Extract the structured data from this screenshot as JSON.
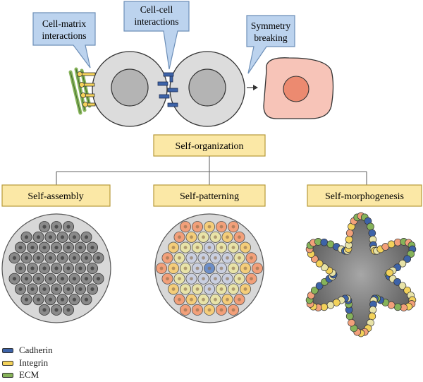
{
  "callouts": {
    "cell_matrix": [
      "Cell-matrix",
      "interactions"
    ],
    "cell_cell": [
      "Cell-cell",
      "interactions"
    ],
    "symmetry": [
      "Symmetry",
      "breaking"
    ]
  },
  "root": {
    "label": "Self-organization"
  },
  "branches": [
    {
      "label": "Self-assembly"
    },
    {
      "label": "Self-patterning"
    },
    {
      "label": "Self-morphogenesis"
    }
  ],
  "legend": [
    {
      "label": "Cadherin",
      "color": "#3d63a8"
    },
    {
      "label": "Integrin",
      "color": "#f3d25a"
    },
    {
      "label": "ECM",
      "color": "#86b35a"
    }
  ],
  "colors": {
    "box_fill": "#fbe8a6",
    "box_stroke": "#b89a3a",
    "callout_fill": "#bcd3ee",
    "callout_stroke": "#6d8fb8",
    "cell_fill": "#dcdcdc",
    "nucleus_fill": "#b4b4b4",
    "pink_cell": "#f7c4b8",
    "pink_nucleus": "#ec8a70"
  }
}
